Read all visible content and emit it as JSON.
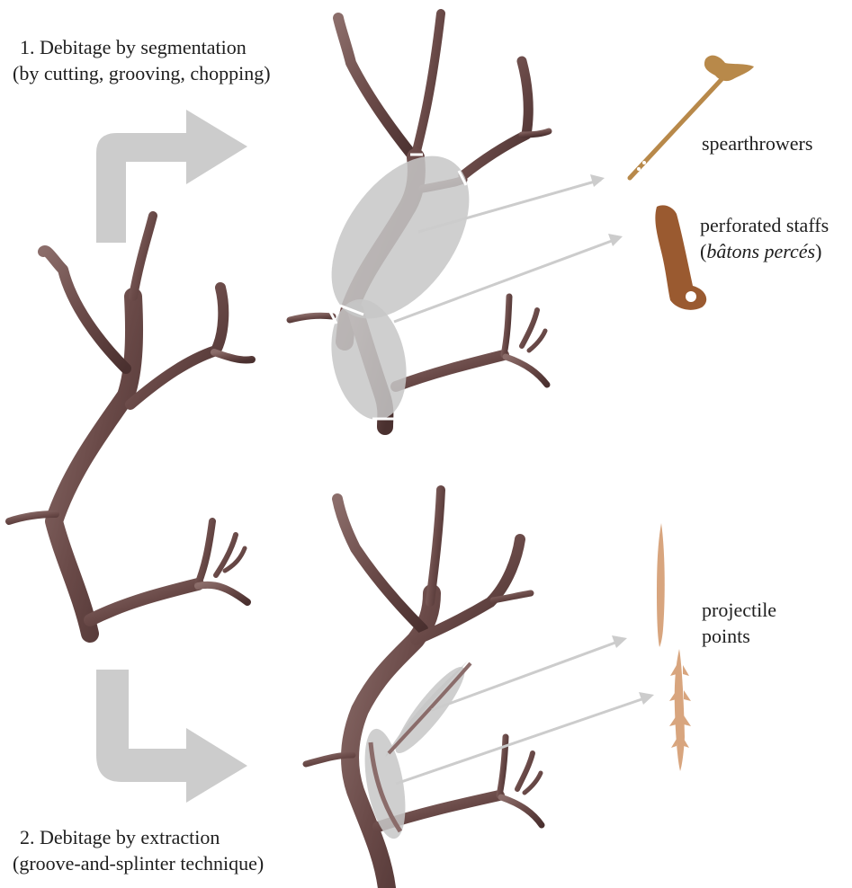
{
  "colors": {
    "antler": "#6a4a48",
    "antler_dark": "#4a302f",
    "antler_light": "#8b6d6a",
    "arrow_gray": "#cccccc",
    "ellipse_gray": "#c7c7c7",
    "spearthrower": "#b8894a",
    "staff": "#9a5a30",
    "point": "#d8a57e"
  },
  "labels": {
    "step1_line1": "1. Debitage by segmentation",
    "step1_line2": "(by cutting, grooving, chopping)",
    "step2_line1": "2. Debitage by extraction",
    "step2_line2": "(groove-and-splinter technique)",
    "spearthrowers": "spearthrowers",
    "staffs_line1": "perforated staffs",
    "staffs_open": "(",
    "staffs_italic": "bâtons percés",
    "staffs_close": ")",
    "points_line1": "projectile",
    "points_line2": "points"
  },
  "icons": {
    "source_antler": "antler-icon",
    "segmented_antler": "antler-icon",
    "extraction_antler": "antler-icon",
    "spearthrower": "spearthrower-icon",
    "staff": "perforated-staff-icon",
    "point": "projectile-point-icon",
    "harpoon": "barbed-point-icon"
  }
}
